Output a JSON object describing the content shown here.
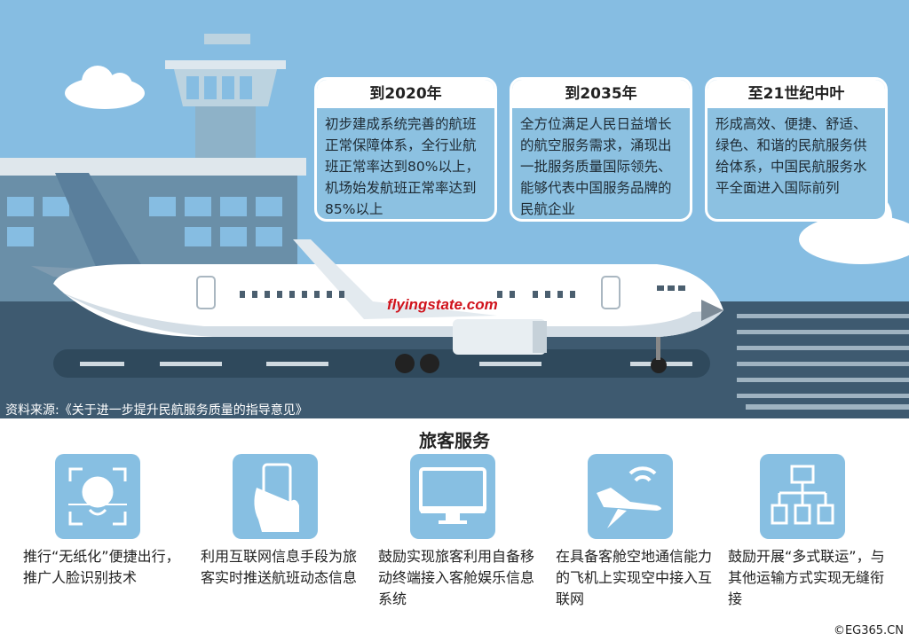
{
  "goals": [
    {
      "title": "到2020年",
      "text": "初步建成系统完善的航班正常保障体系，全行业航班正常率达到80%以上，机场始发航班正常率达到85%以上"
    },
    {
      "title": "到2035年",
      "text": "全方位满足人民日益增长的航空服务需求，涌现出一批服务质量国际领先、能够代表中国服务品牌的民航企业"
    },
    {
      "title": "至21世纪中叶",
      "text": "形成高效、便捷、舒适、绿色、和谐的民航服务供给体系，中国民航服务水平全面进入国际前列"
    }
  ],
  "watermark": "flyingstate.com",
  "source": "资料来源:《关于进一步提升民航服务质量的指导意见》",
  "section_title": "旅客服务",
  "services": [
    {
      "icon": "face-recognition-icon",
      "text": "推行“无纸化”便捷出行，推广人脸识别技术"
    },
    {
      "icon": "smartphone-hand-icon",
      "text": "利用互联网信息手段为旅客实时推送航班动态信息"
    },
    {
      "icon": "monitor-icon",
      "text": "鼓励实现旅客利用自备移动终端接入客舱娱乐信息系统"
    },
    {
      "icon": "airplane-wifi-icon",
      "text": "在具备客舱空地通信能力的飞机上实现空中接入互联网"
    },
    {
      "icon": "network-hierarchy-icon",
      "text": "鼓励开展“多式联运”，与其他运输方式实现无缝衔接"
    }
  ],
  "copyright": "©EG365.CN"
}
